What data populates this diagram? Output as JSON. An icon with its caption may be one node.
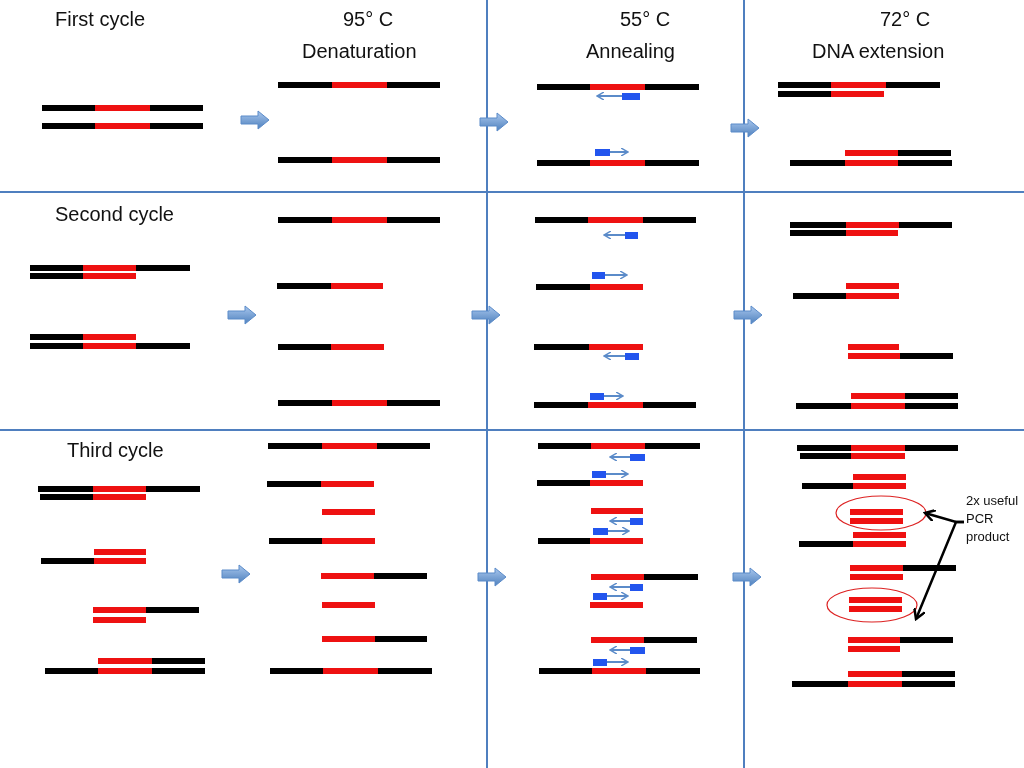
{
  "diagram": {
    "nodes": [
      {
        "text": [
          "2x useful PCR product"
        ]
      },
      {
        "text": [],
        "shape": "circle"
      },
      {
        "text": [],
        "shape": "circle"
      }
    ],
    "edges": [
      {
        "from": 0,
        "to": 1,
        "arrow": "to"
      },
      {
        "from": 0,
        "to": 2,
        "arrow": "to"
      }
    ],
    "labels": [
      "First cycle",
      "95° C",
      "Denaturation",
      "55° C",
      "Annealing",
      "72° C",
      "DNA extension",
      "Second cycle",
      "Third cycle"
    ]
  }
}
